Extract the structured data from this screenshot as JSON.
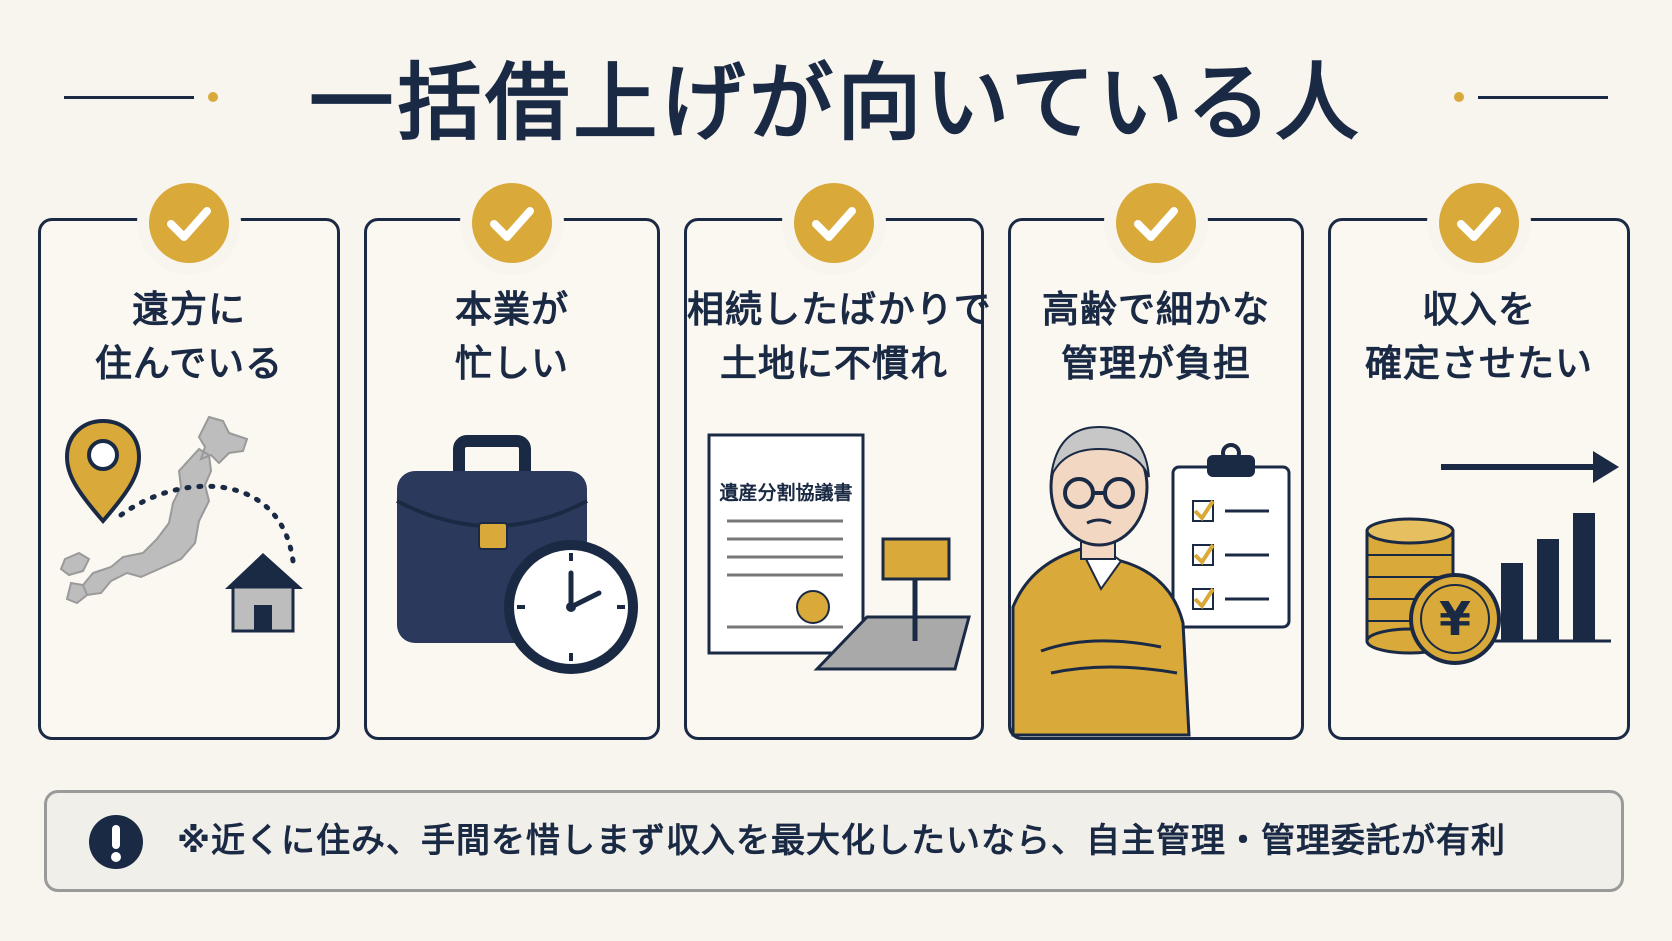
{
  "title": "一括借上げが向いている人",
  "cards": [
    {
      "line1": "遠方に",
      "line2": "住んでいる",
      "art": "map-pin-japan-house"
    },
    {
      "line1": "本業が",
      "line2": "忙しい",
      "art": "briefcase-clock"
    },
    {
      "line1": "相続したばかりで",
      "line2": "土地に不慣れ",
      "art": "document-land-sign",
      "doc_label": "遺産分割協議書"
    },
    {
      "line1": "高齢で細かな",
      "line2": "管理が負担",
      "art": "elderly-man-checklist"
    },
    {
      "line1": "収入を",
      "line2": "確定させたい",
      "art": "coins-yen-bar-chart",
      "coin_symbol": "¥"
    }
  ],
  "note": {
    "icon": "exclamation-icon",
    "text": "※近くに住み、手間を惜しまず収入を最大化したいなら、自主管理・管理委託が有利"
  },
  "colors": {
    "navy": "#1b2a44",
    "gold": "#d9a93a",
    "background": "#f8f5ef",
    "gray": "#9a9a9a"
  }
}
